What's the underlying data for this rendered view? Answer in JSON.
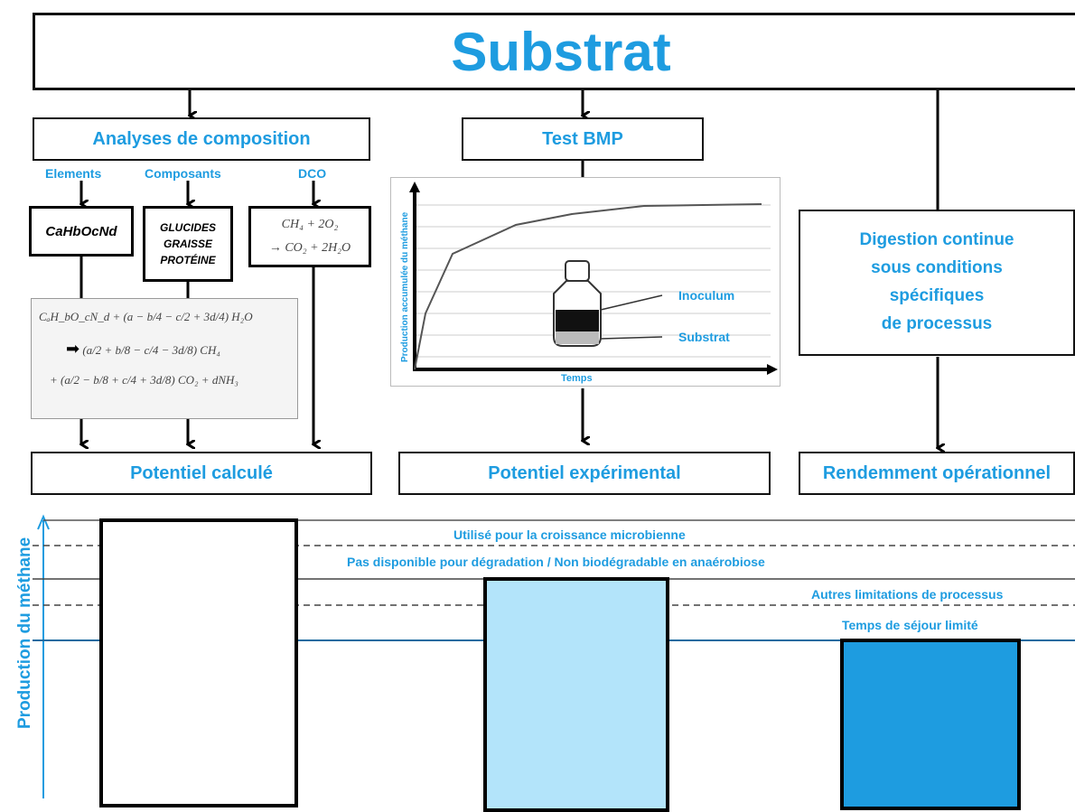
{
  "title": "Substrat",
  "analysis": {
    "header": "Analyses de composition",
    "labels": {
      "elements": "Elements",
      "composants": "Composants",
      "dco": "DCO"
    },
    "formula_elements": "CaHbOcNd",
    "composants_lines": [
      "GLUCIDES",
      "GRAISSE",
      "PROTÉINE"
    ],
    "dco_lines": [
      "CH₄ + 2O₂",
      "→ CO₂ + 2H₂O"
    ],
    "buswell_lines": [
      "CₐH_bO_cN_d + (a − b/4 − c/2 + 3d/4) H₂O",
      "(a/2 + b/8 − c/4 − 3d/8) CH₄",
      "+ (a/2 − b/8 + c/4 + 3d/8) CO₂ + dNH₃"
    ]
  },
  "bmp": {
    "header": "Test BMP",
    "ylabel": "Production accumulée du méthane",
    "xlabel": "Temps",
    "inoculum_label": "Inoculum",
    "substrat_label": "Substrat"
  },
  "continuous": {
    "lines": [
      "Digestion continue",
      "sous conditions",
      "spécifiques",
      "de processus"
    ]
  },
  "outcomes": {
    "calc": "Potentiel calculé",
    "exp": "Potentiel expérimental",
    "op": "Rendemment opérationnel"
  },
  "bottom_chart": {
    "ylabel": "Production du méthane",
    "annotations": {
      "growth": "Utilisé pour la croissance microbienne",
      "nonbio": "Pas disponible pour dégradation / Non biodégradable en anaérobiose",
      "other": "Autres limitations de processus",
      "time": "Temps de séjour limité"
    },
    "colors": {
      "bar1": "#ffffff",
      "bar2": "#b3e4fa",
      "bar3": "#1e9ce0",
      "accent": "#1e9ce0"
    }
  }
}
